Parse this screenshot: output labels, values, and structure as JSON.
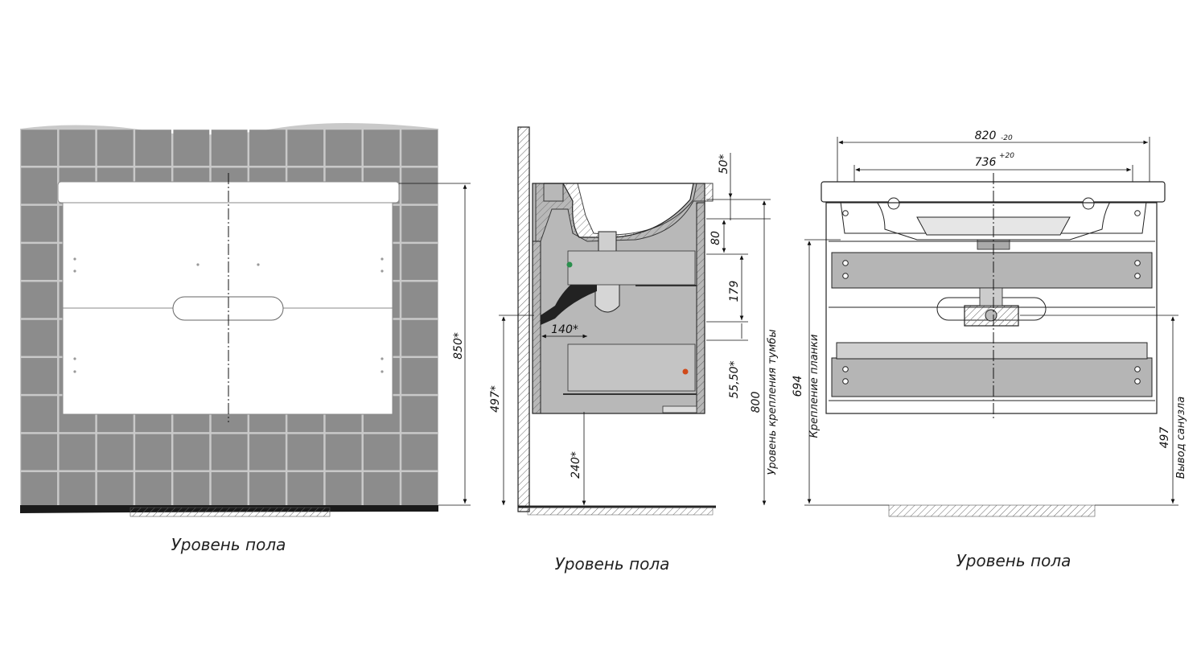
{
  "views": {
    "front_wall": {
      "floor_label": "Уровень пола",
      "height_dim": "850*"
    },
    "side_section": {
      "floor_label": "Уровень пола",
      "dims": {
        "top_offset": "50*",
        "d80": "80",
        "d179": "179",
        "d140": "140*",
        "d5550": "55,50*",
        "d497": "497*",
        "d240": "240*",
        "d800": "800"
      },
      "mount_label": "Уровень крепления тумбы"
    },
    "front_open": {
      "floor_label": "Уровень пола",
      "width_total": "820",
      "width_total_tol": "-20",
      "width_inner": "736",
      "width_inner_tol": "+20",
      "d694": "694",
      "plank_label": "Крепление планки",
      "d497": "497",
      "drain_label": "Вывод санузла"
    }
  },
  "colors": {
    "tile": "#8c8c8c",
    "grout": "#c9c9c9",
    "cabinet_gray": "#b5b5b5",
    "panel_gray": "#9a9a9a",
    "line": "#111111",
    "hatch": "#666666"
  }
}
